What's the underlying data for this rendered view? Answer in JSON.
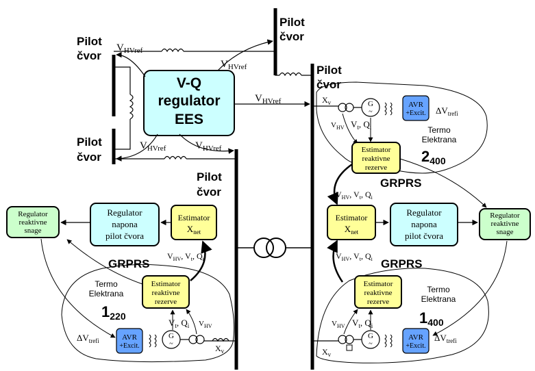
{
  "pilot": {
    "top_left": [
      "Pilot",
      "čvor"
    ],
    "top_right": [
      "Pilot",
      "čvor"
    ],
    "mid_left": [
      "Pilot",
      "čvor"
    ],
    "center": [
      "Pilot",
      "čvor"
    ],
    "right": [
      "Pilot",
      "čvor"
    ]
  },
  "vq_regulator": [
    "V-Q",
    "regulator",
    "EES"
  ],
  "vhvref_labels": [
    "V",
    "HVref"
  ],
  "sigs": {
    "vhv": [
      "V",
      "HV"
    ],
    "vt": [
      "V",
      "t"
    ],
    "qi": [
      "Q",
      "i"
    ],
    "xv": [
      "X",
      "v"
    ],
    "dv": [
      "ΔV",
      "trefi"
    ],
    "sep": ", "
  },
  "boxes": {
    "regulator_snage": [
      "Regulator",
      "reaktivne",
      "snage"
    ],
    "regulator_napona": [
      "Regulator",
      "napona",
      "pilot čvora"
    ],
    "estimator_x": [
      "Estimator",
      "X",
      "net"
    ],
    "estimator_rez": [
      "Estimator",
      "reaktivne",
      "rezerve"
    ],
    "avr": [
      "AVR",
      "+Excit."
    ],
    "gen": [
      "G",
      "~"
    ]
  },
  "plants": {
    "label_grprs": "GRPRS",
    "termo": [
      "Termo",
      "Elektrana"
    ],
    "p1": [
      "1",
      "220"
    ],
    "p2": [
      "2",
      "400"
    ],
    "p3": [
      "1",
      "400"
    ]
  },
  "colors": {
    "cyan": "#ccffff",
    "yellow": "#ffff99",
    "green": "#ccffcc",
    "blue": "#66a3ff"
  }
}
